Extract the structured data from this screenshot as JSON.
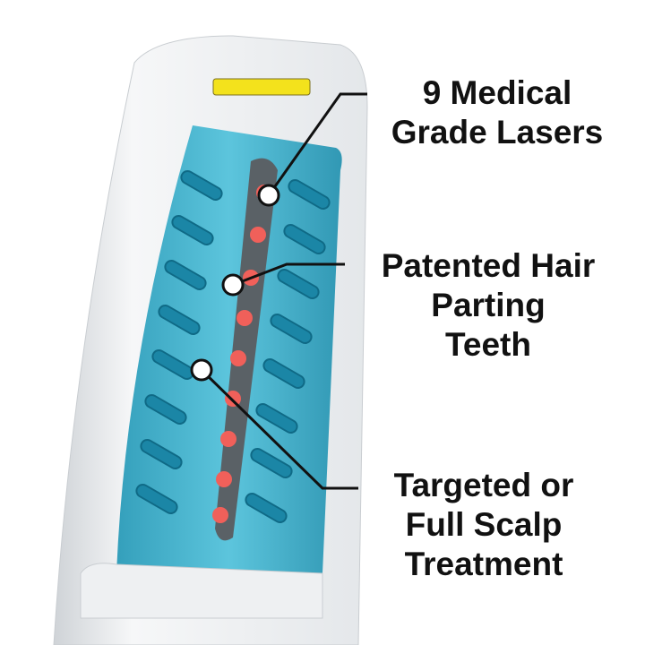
{
  "callouts": [
    {
      "lines": [
        "9 Medical",
        "Grade Lasers"
      ]
    },
    {
      "lines": [
        "Patented Hair",
        "Parting",
        "Teeth"
      ]
    },
    {
      "lines": [
        "Targeted or",
        "Full Scalp",
        "Treatment"
      ]
    }
  ],
  "colors": {
    "device_body": "#eef0f2",
    "comb_teal": "#29a8c6",
    "laser_red": "#f0605a",
    "label_yellow": "#f3e21c",
    "text": "#111111"
  }
}
